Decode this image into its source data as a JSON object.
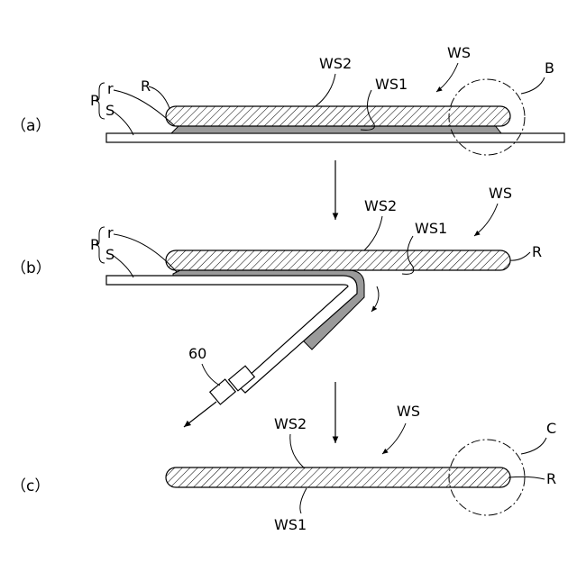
{
  "panels": {
    "a": "（a）",
    "b": "（b）",
    "c": "（c）"
  },
  "labels": {
    "P": "P",
    "r": "r",
    "S": "S",
    "R": "R",
    "WS": "WS",
    "WS1": "WS1",
    "WS2": "WS2",
    "B": "B",
    "C": "C",
    "tool": "60"
  },
  "colors": {
    "line": "#000000",
    "resin": "#9a9a9a",
    "background": "#ffffff"
  }
}
